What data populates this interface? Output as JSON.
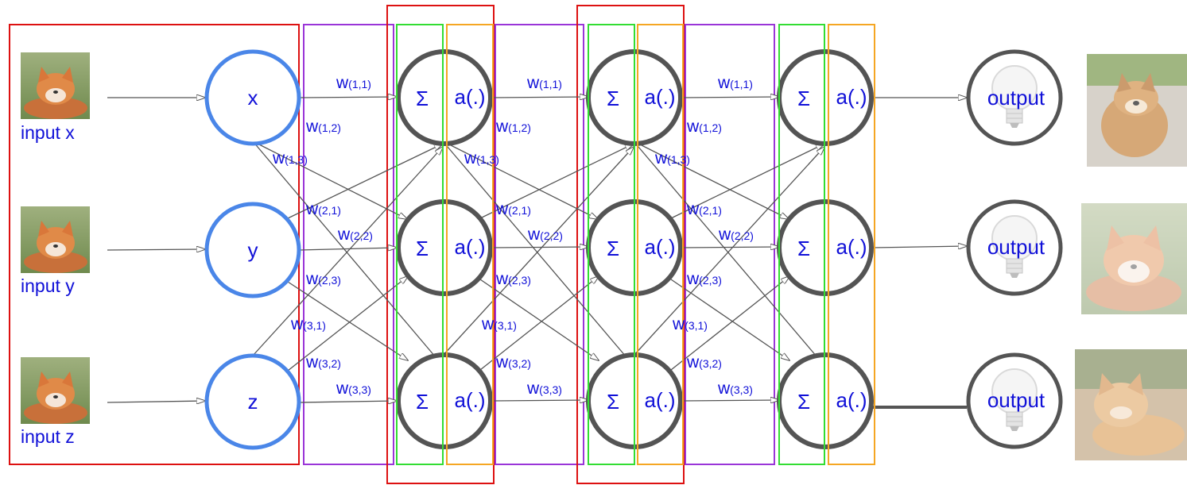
{
  "inputs": [
    {
      "label": "input x",
      "node": "x"
    },
    {
      "label": "input y",
      "node": "y"
    },
    {
      "label": "input z",
      "node": "z"
    }
  ],
  "neuron": {
    "sum": "Σ",
    "activation": "a(.)"
  },
  "weights": [
    {
      "base": "w",
      "sub": "(1,1)"
    },
    {
      "base": "w",
      "sub": "(1,2)"
    },
    {
      "base": "w",
      "sub": "(1,3)"
    },
    {
      "base": "w",
      "sub": "(2,1)"
    },
    {
      "base": "w",
      "sub": "(2,2)"
    },
    {
      "base": "w",
      "sub": "(2,3)"
    },
    {
      "base": "w",
      "sub": "(3,1)"
    },
    {
      "base": "w",
      "sub": "(3,2)"
    },
    {
      "base": "w",
      "sub": "(3,3)"
    }
  ],
  "outputs": [
    {
      "label": "output",
      "image": "shiba-dog-photo"
    },
    {
      "label": "output",
      "image": "fox-photo-faded"
    },
    {
      "label": "output",
      "image": "cat-photo-faded"
    }
  ],
  "input_image": "fox-photo",
  "colors": {
    "text": "#1010d8",
    "input_node": "#4a86e8",
    "neuron": "#545454",
    "box_red": "#dd1111",
    "box_purple": "#9a35d8",
    "box_green": "#33dd33",
    "box_orange": "#f5a623"
  }
}
